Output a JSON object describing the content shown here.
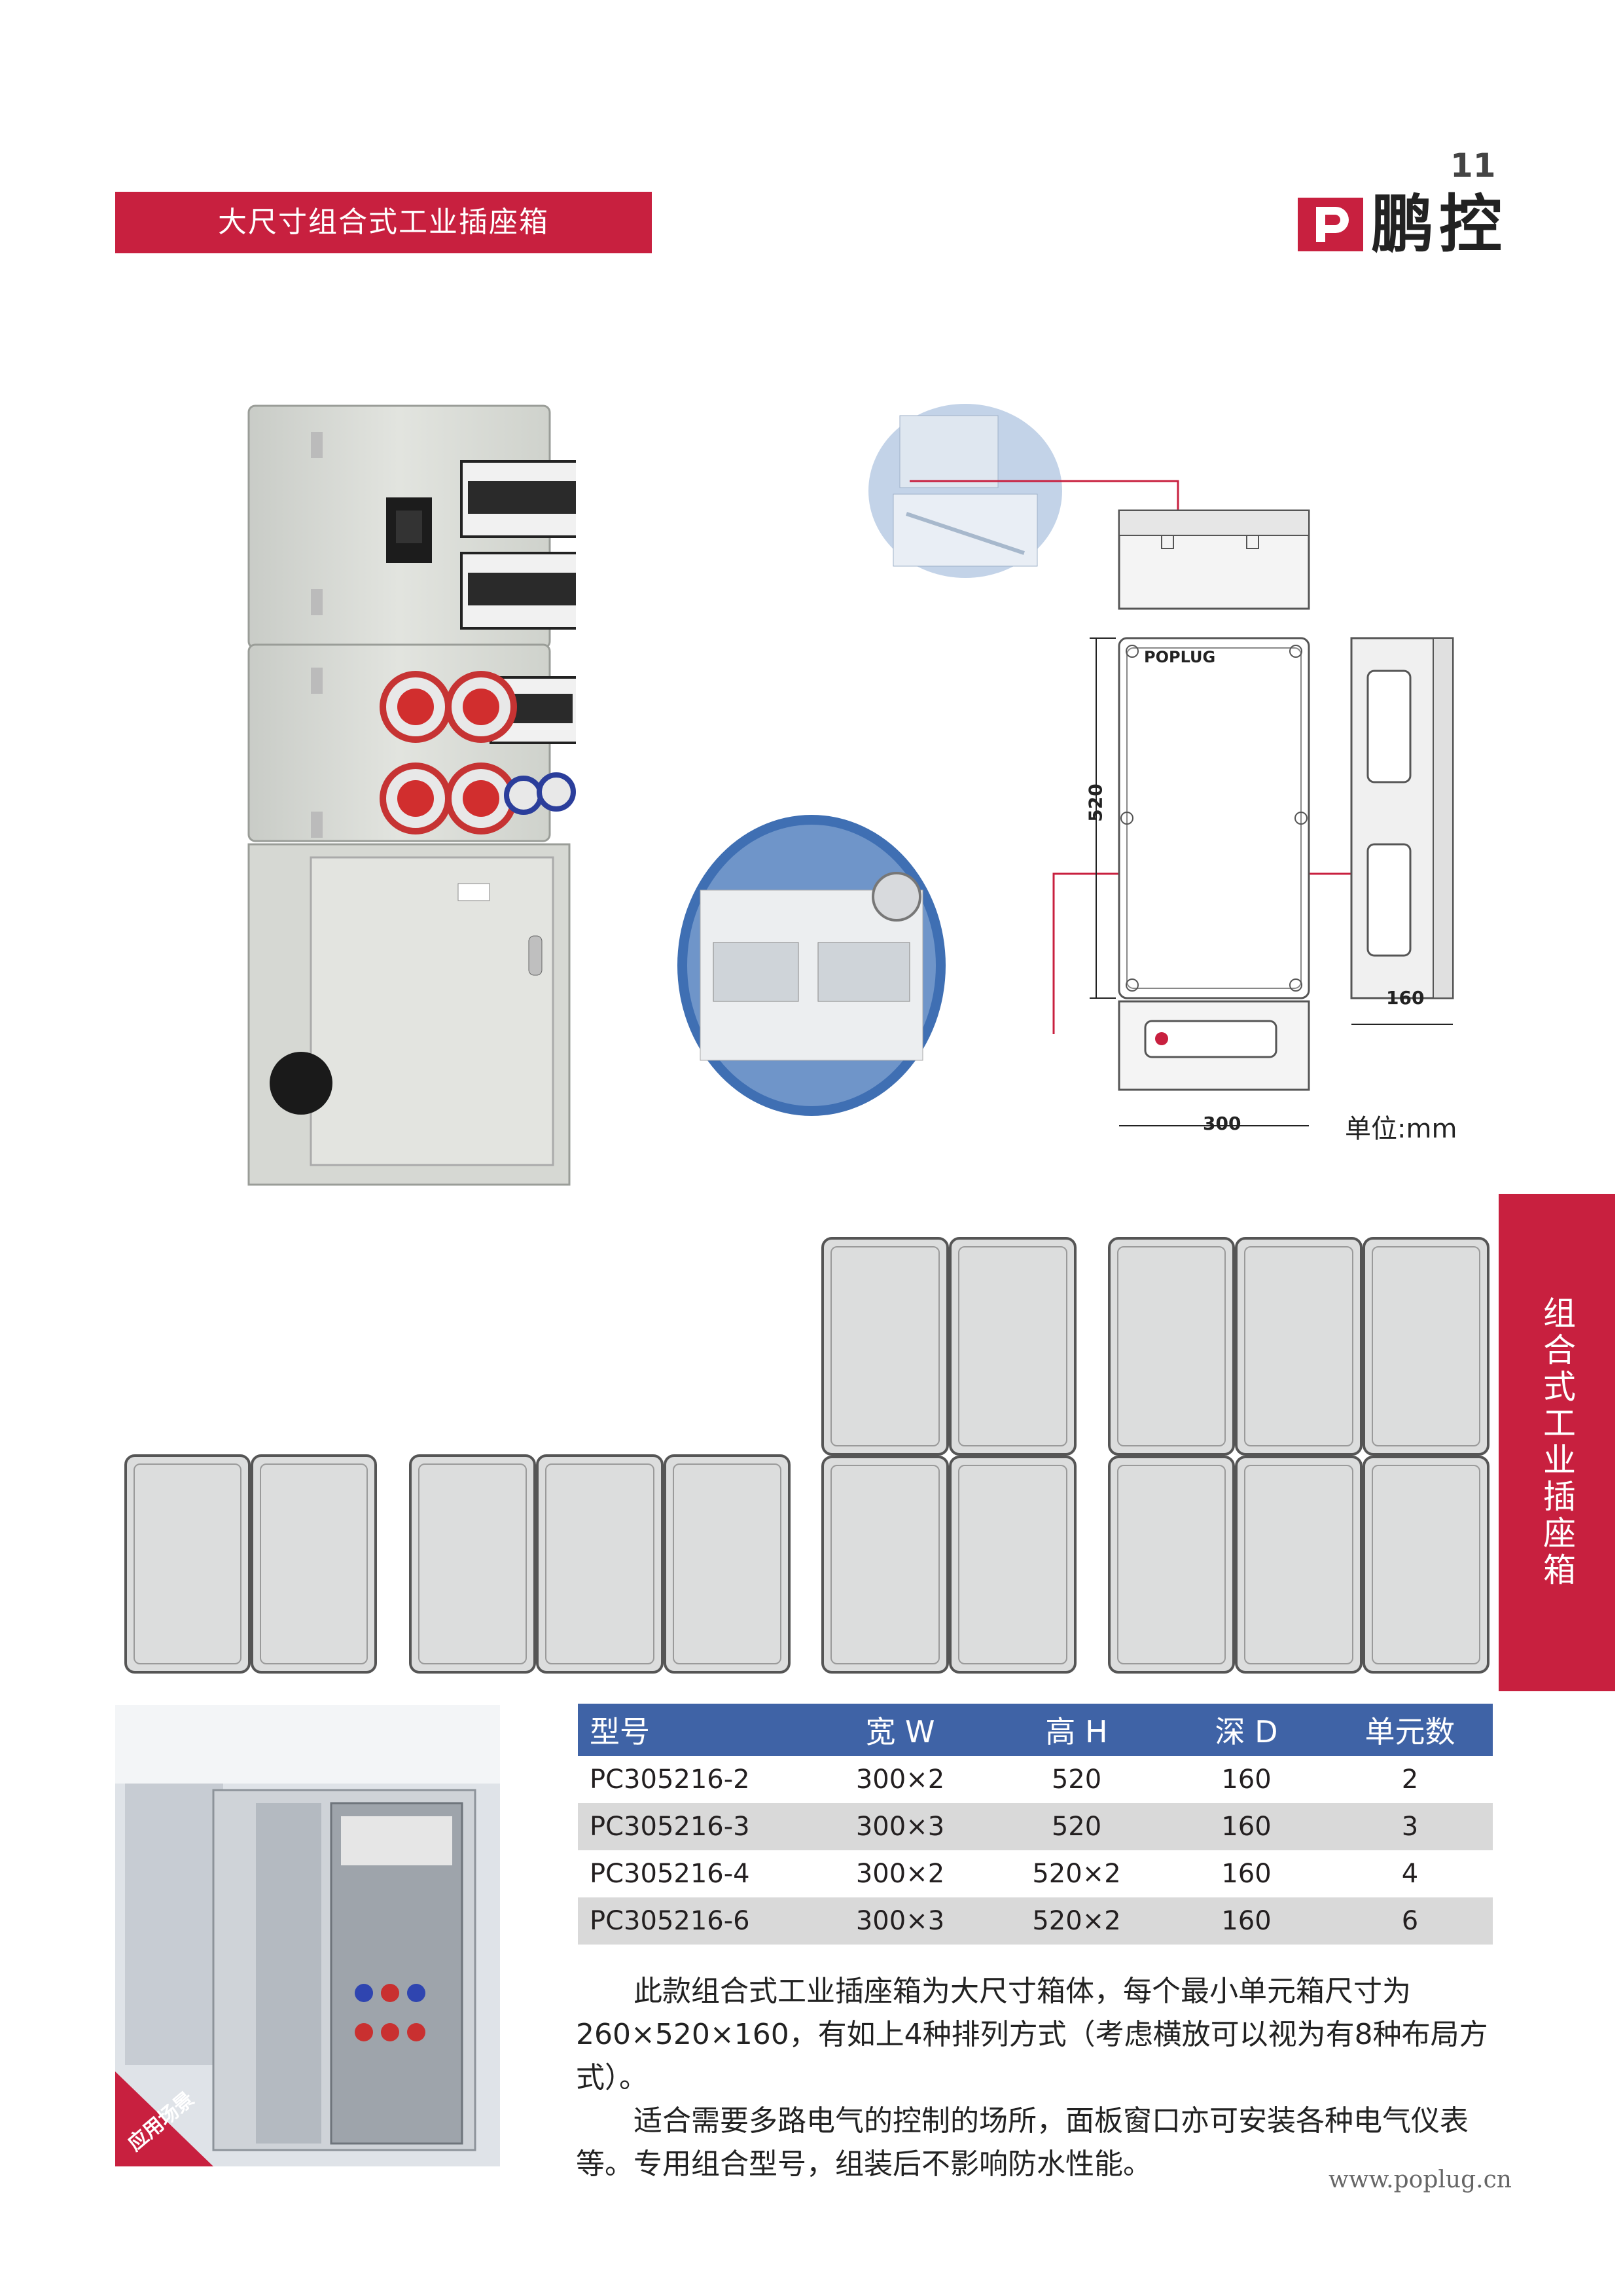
{
  "header": {
    "title": "大尺寸组合式工业插座箱",
    "page_number": "11",
    "brand": "鹏控"
  },
  "side_tab": "组合式工业插座箱",
  "diagram": {
    "brand_mark": "POPLUG",
    "height": "520",
    "width": "300",
    "depth": "160",
    "units": "单位:mm"
  },
  "photo_caption": "应用场景",
  "table": {
    "headers": [
      "型号",
      "宽 W",
      "高 H",
      "深 D",
      "单元数"
    ],
    "rows": [
      [
        "PC305216-2",
        "300×2",
        "520",
        "160",
        "2"
      ],
      [
        "PC305216-3",
        "300×3",
        "520",
        "160",
        "3"
      ],
      [
        "PC305216-4",
        "300×2",
        "520×2",
        "160",
        "4"
      ],
      [
        "PC305216-6",
        "300×3",
        "520×2",
        "160",
        "6"
      ]
    ]
  },
  "description": {
    "p1": "此款组合式工业插座箱为大尺寸箱体，每个最小单元箱尺寸为260×520×160，有如上4种排列方式（考虑横放可以视为有8种布局方式）。",
    "p2": "适合需要多路电气的控制的场所，面板窗口亦可安装各种电气仪表等。专用组合型号，组装后不影响防水性能。"
  },
  "website": "www.poplug.cn",
  "colors": {
    "accent_red": "#c8203f",
    "table_header_blue": "#3f63a6",
    "row_alt_gray": "#d9d9d9"
  }
}
